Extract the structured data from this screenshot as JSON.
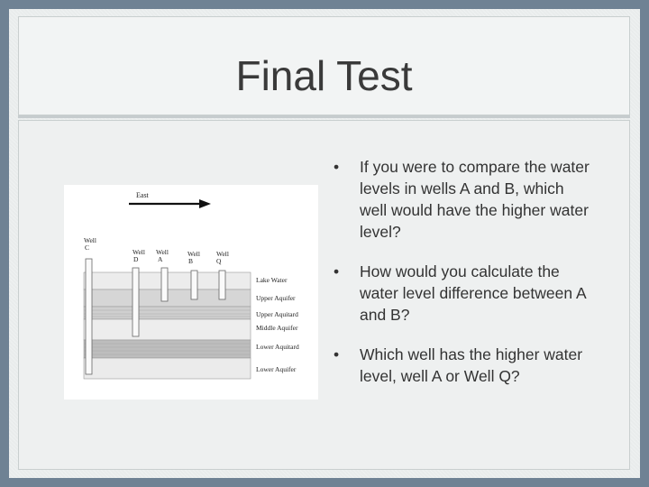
{
  "slide": {
    "title": "Final Test",
    "bullets": [
      "If you were to compare the water levels in wells A and B, which well would have the higher water level?",
      "How would you calculate the water level difference between A and B?",
      "Which well has the higher water level, well A or Well Q?"
    ],
    "bullet_glyph": "•"
  },
  "figure": {
    "direction_label": "East",
    "wells": [
      {
        "line1": "Well",
        "line2": "C"
      },
      {
        "line1": "Well",
        "line2": "D"
      },
      {
        "line1": "Well",
        "line2": "A"
      },
      {
        "line1": "Well",
        "line2": "B"
      },
      {
        "line1": "Well",
        "line2": "Q"
      }
    ],
    "layers": [
      "Lake Water",
      "Upper Aquifer",
      "Upper Aquitard",
      "Middle Aquifer",
      "Lower Aquitard",
      "Lower Aquifer"
    ]
  },
  "colors": {
    "background": "#6f8294",
    "slide": "#e9ecec",
    "text": "#333333"
  }
}
